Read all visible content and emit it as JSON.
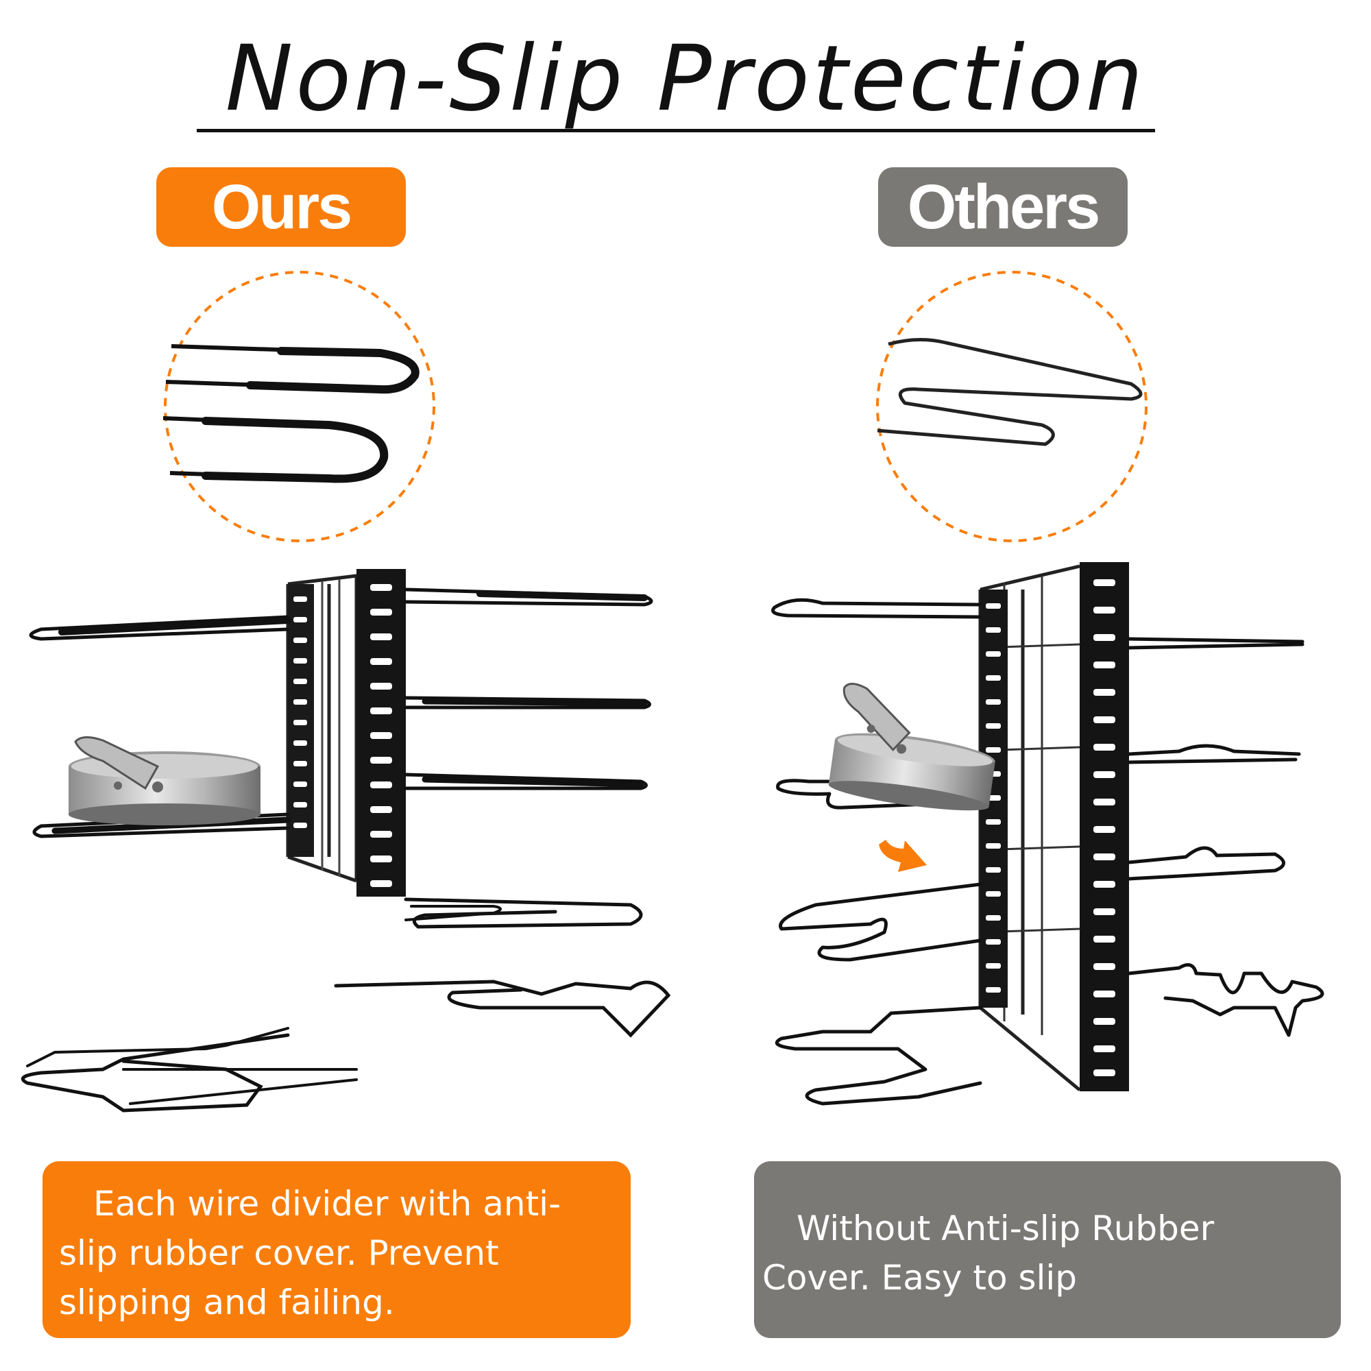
{
  "title": "Non-Slip Protection",
  "ours": {
    "badge": "Ours",
    "description": "Each wire divider with anti-slip rubber cover. Prevent slipping and failing."
  },
  "others": {
    "badge": "Others",
    "description": "Without Anti-slip Rubber Cover. Easy to slip"
  },
  "colors": {
    "accent_orange": "#f97d0b",
    "neutral_gray": "#7b7975",
    "wire_black": "#111111"
  },
  "icons": {
    "zoom_ours": "rubber-coated-wire-closeup-icon",
    "zoom_others": "bare-wire-closeup-icon",
    "rack_ours": "pan-rack-icon",
    "rack_others": "pan-rack-icon",
    "slip_arrow": "curved-arrow-icon"
  }
}
